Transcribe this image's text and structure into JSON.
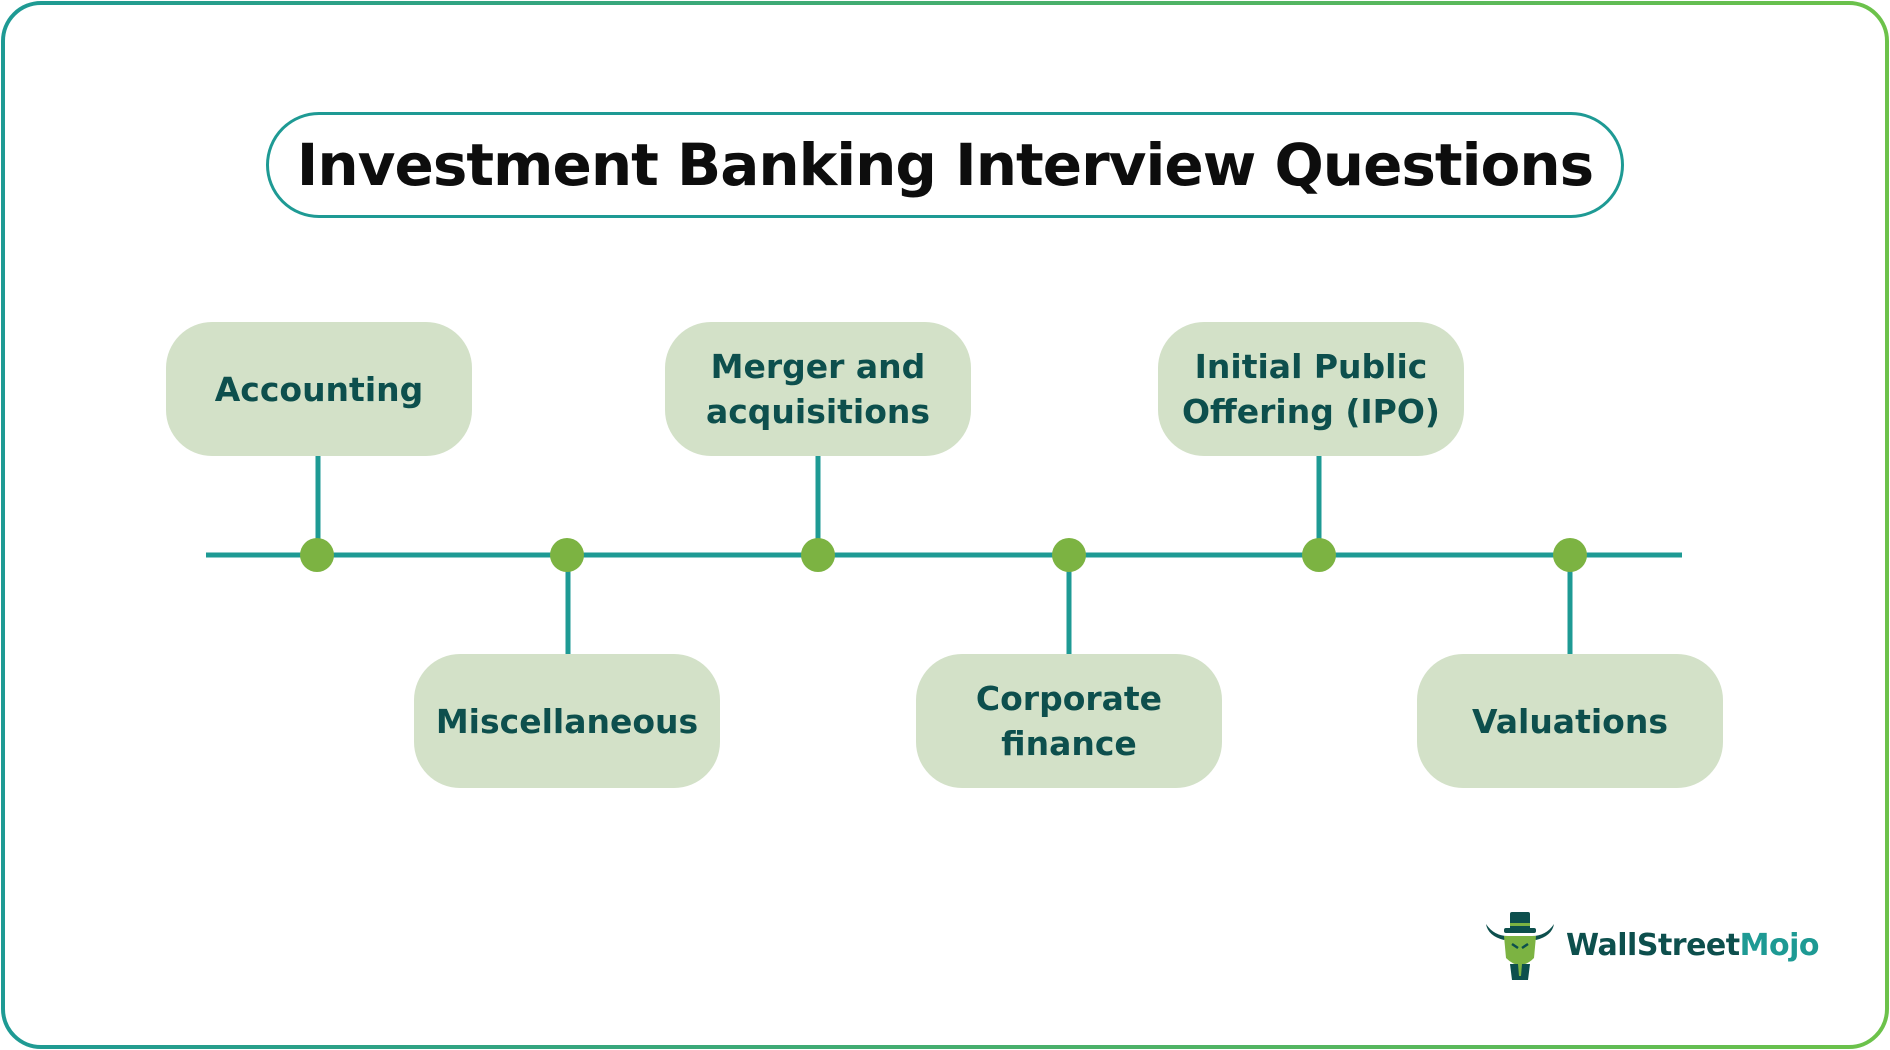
{
  "title": "Investment Banking Interview Questions",
  "topics": [
    {
      "label": "Accounting",
      "position": "above"
    },
    {
      "label": "Miscellaneous",
      "position": "below"
    },
    {
      "label": "Merger and\nacquisitions",
      "position": "above"
    },
    {
      "label": "Corporate\nfinance",
      "position": "below"
    },
    {
      "label": "Initial Public\nOffering (IPO)",
      "position": "above"
    },
    {
      "label": "Valuations",
      "position": "below"
    }
  ],
  "logo": {
    "part1": "WallStreet",
    "part2": "Mojo"
  },
  "colors": {
    "border_start": "#1e9a94",
    "border_end": "#6cc24a",
    "timeline": "#1e9a94",
    "dot": "#7cb342",
    "box_fill": "#d3e1c8",
    "box_text": "#0d4f4d"
  }
}
